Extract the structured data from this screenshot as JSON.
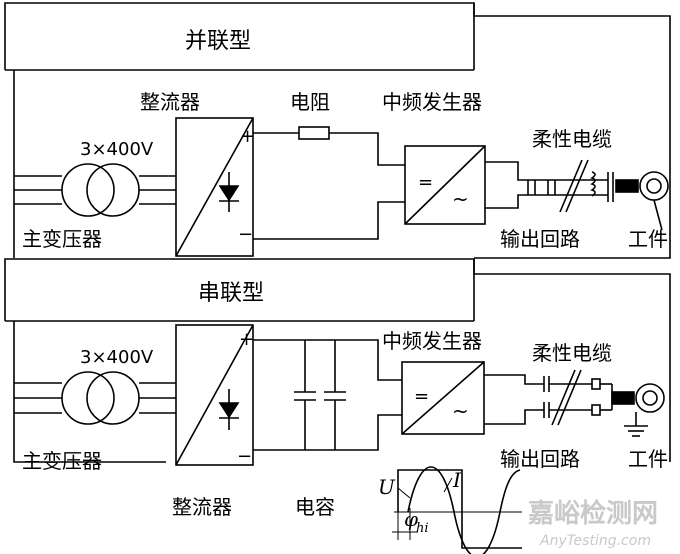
{
  "parallel": {
    "title": "并联型",
    "voltage": "3×400V",
    "transformer": "主变压器",
    "rectifier": "整流器",
    "resistor": "电阻",
    "generator": "中频发生器",
    "cable": "柔性电缆",
    "output_loop": "输出回路",
    "workpiece": "工件",
    "plus": "+",
    "minus": "−",
    "conv_eq": "=",
    "conv_ac": "~"
  },
  "series": {
    "title": "串联型",
    "voltage": "3×400V",
    "transformer": "主变压器",
    "rectifier": "整流器",
    "capacitor": "电容",
    "generator": "中频发生器",
    "cable": "柔性电缆",
    "output_loop": "输出回路",
    "workpiece": "工件",
    "plus": "+",
    "minus": "−",
    "conv_eq": "=",
    "conv_ac": "~"
  },
  "waveform": {
    "u_label": "U",
    "i_label": "I",
    "phi_main": "φ",
    "phi_sub": "hi"
  },
  "watermark": {
    "cn": "嘉峪检测网",
    "en": "AnyTesting.com"
  }
}
